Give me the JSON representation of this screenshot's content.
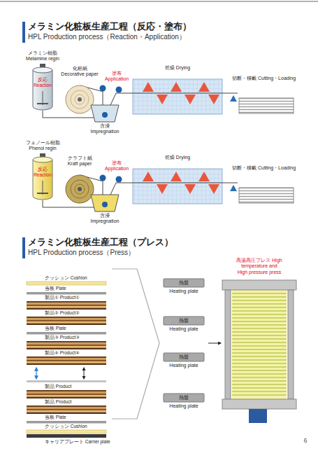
{
  "diagram": {
    "nodes": [
      {
        "text": [
          "メラミン樹脂 Melamine regin",
          "反応 Reaction"
        ]
      },
      {
        "text": [
          "化粧紙 Decorative paper"
        ]
      },
      {
        "text": [
          "含浸 Impregnation"
        ]
      },
      {
        "text": [
          "乾燥 Drying"
        ]
      },
      {
        "text": [
          "切断・積載 Cutting・Loading"
        ]
      },
      {
        "text": [
          "フェノール樹脂 Phenol regin",
          "反応 Reaction"
        ]
      },
      {
        "text": [
          "クラフト紙 Kraft paper"
        ]
      },
      {
        "text": [
          "含浸 Impregnation"
        ]
      },
      {
        "text": [
          "乾燥 Drying"
        ]
      },
      {
        "text": [
          "切断・積載 Cutting・Loading"
        ]
      },
      {
        "text": [
          "熱盤",
          "Heating plate"
        ]
      },
      {
        "text": [
          "熱盤",
          "Heating plate"
        ]
      },
      {
        "text": [
          "熱盤",
          "Heating plate"
        ]
      },
      {
        "text": [
          "熱盤",
          "Heating plate"
        ]
      },
      {
        "text": [
          "高温高圧プレス High temperature and High pressure press"
        ]
      }
    ],
    "edges": [
      {
        "from": 0,
        "to": 2,
        "arrow": "none"
      },
      {
        "from": 1,
        "to": 2,
        "arrow": "none"
      },
      {
        "from": 2,
        "to": 3,
        "arrow": "none"
      },
      {
        "from": 3,
        "to": 4,
        "arrow": "none"
      },
      {
        "from": 5,
        "to": 7,
        "arrow": "none"
      },
      {
        "from": 6,
        "to": 7,
        "arrow": "none"
      },
      {
        "from": 7,
        "to": 8,
        "arrow": "none"
      },
      {
        "from": 8,
        "to": 9,
        "arrow": "none"
      }
    ],
    "labels": [
      "メラミン化粧板生産工程（反応・塗布）",
      "HPL Production process（Reaction・Application）",
      "塗布 Application",
      "塗布 Application",
      "メラミン化粧板生産工程（プレス）",
      "HPL Production process（Press）",
      "クッション Cushion",
      "当板 Plate",
      "製品① Product①",
      "製品② Product②",
      "当板 Plate",
      "製品③ Product③",
      "製品④ Product④",
      "製品 Product",
      "製品 Product",
      "当板 Plate",
      "クッション Cushion",
      "キャリアプレート Carrier plate",
      "6"
    ]
  }
}
